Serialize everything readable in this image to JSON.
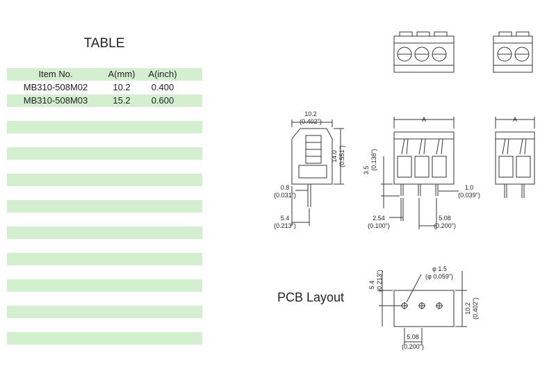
{
  "table": {
    "title": "TABLE",
    "headers": [
      "Item No.",
      "A(mm)",
      "A(inch)"
    ],
    "rows": [
      [
        "MB310-508M02",
        "10.2",
        "0.400"
      ],
      [
        "MB310-508M03",
        "15.2",
        "0.600"
      ]
    ],
    "stripe_color": "#d4efd0"
  },
  "drawing": {
    "side_width_mm": "10.2",
    "side_width_in": "(0.402\")",
    "height_mm": "14.0",
    "height_in": "(0.551\")",
    "pin_dia_mm": "0.8",
    "pin_dia_in": "(0.031\")",
    "pin_offset_mm": "5.4",
    "pin_offset_in": "(0.213\")",
    "dim_a": "A",
    "pin_len_mm": "3.5",
    "pin_len_in": "(0.138\")",
    "pin_width_mm": "1.0",
    "pin_width_in": "(0.039\")",
    "pitch_small_mm": "2.54",
    "pitch_small_in": "(0.100\")",
    "pitch_mm": "5.08",
    "pitch_in": "(0.200\")",
    "pcb_title": "PCB Layout",
    "hole_dia_mm": "φ 1.5",
    "hole_dia_in": "(φ 0.059\")",
    "pcb_offset_mm": "5.4",
    "pcb_offset_in": "(0.213\")",
    "pcb_height_mm": "10.2",
    "pcb_height_in": "(0.402\")",
    "pcb_pitch_mm": "5.08",
    "pcb_pitch_in": "(0.200\")"
  }
}
